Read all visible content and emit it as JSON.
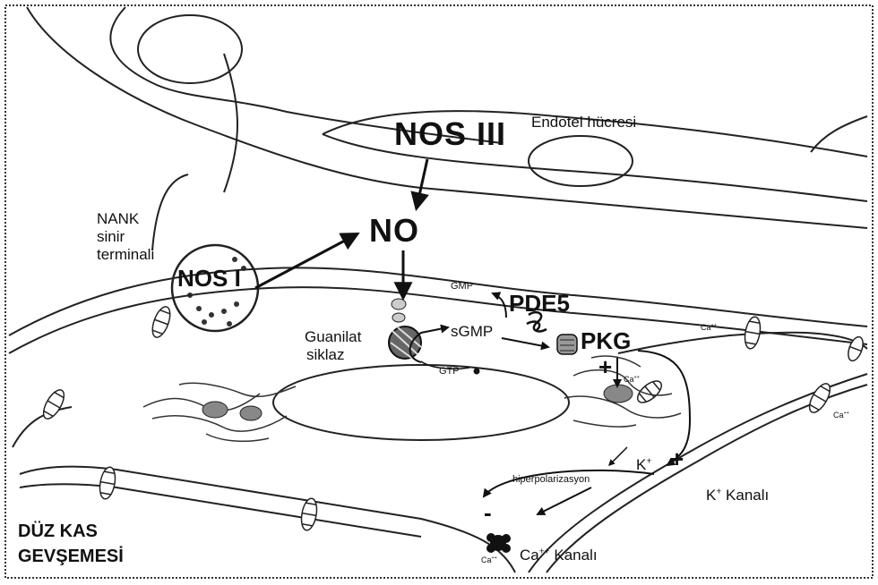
{
  "labels": {
    "endotel": "Endotel hücresi",
    "nos3": "NOS III",
    "nank": "NANK",
    "sinir": "sinir",
    "terminali": "terminali",
    "nos1": "NOS I",
    "no": "NO",
    "cmp": "GMP",
    "pde5": "PDE5",
    "guanilat": "Guanilat",
    "siklaz": "siklaz",
    "sgmp": "sGMP",
    "gtp": "GTP",
    "pkg": "PKG",
    "plus_pkg": "+",
    "hiperpolarizasyon": "hiperpolarizasyon",
    "k_channel_k": "K",
    "k_channel_rest": " Kanalı",
    "k_small": "K",
    "plus_k": "+",
    "minus": "-",
    "ca_channel_ca": "Ca",
    "ca_channel_rest": " Kanalı",
    "ca_top": "Ca",
    "ca_right": "Ca",
    "ca_mid": "Ca",
    "ca_bottom": "Ca",
    "title1": "DÜZ KAS",
    "title2": "GEVŞEMESİ"
  },
  "colors": {
    "ink": "#111111",
    "background": "#ffffff"
  }
}
